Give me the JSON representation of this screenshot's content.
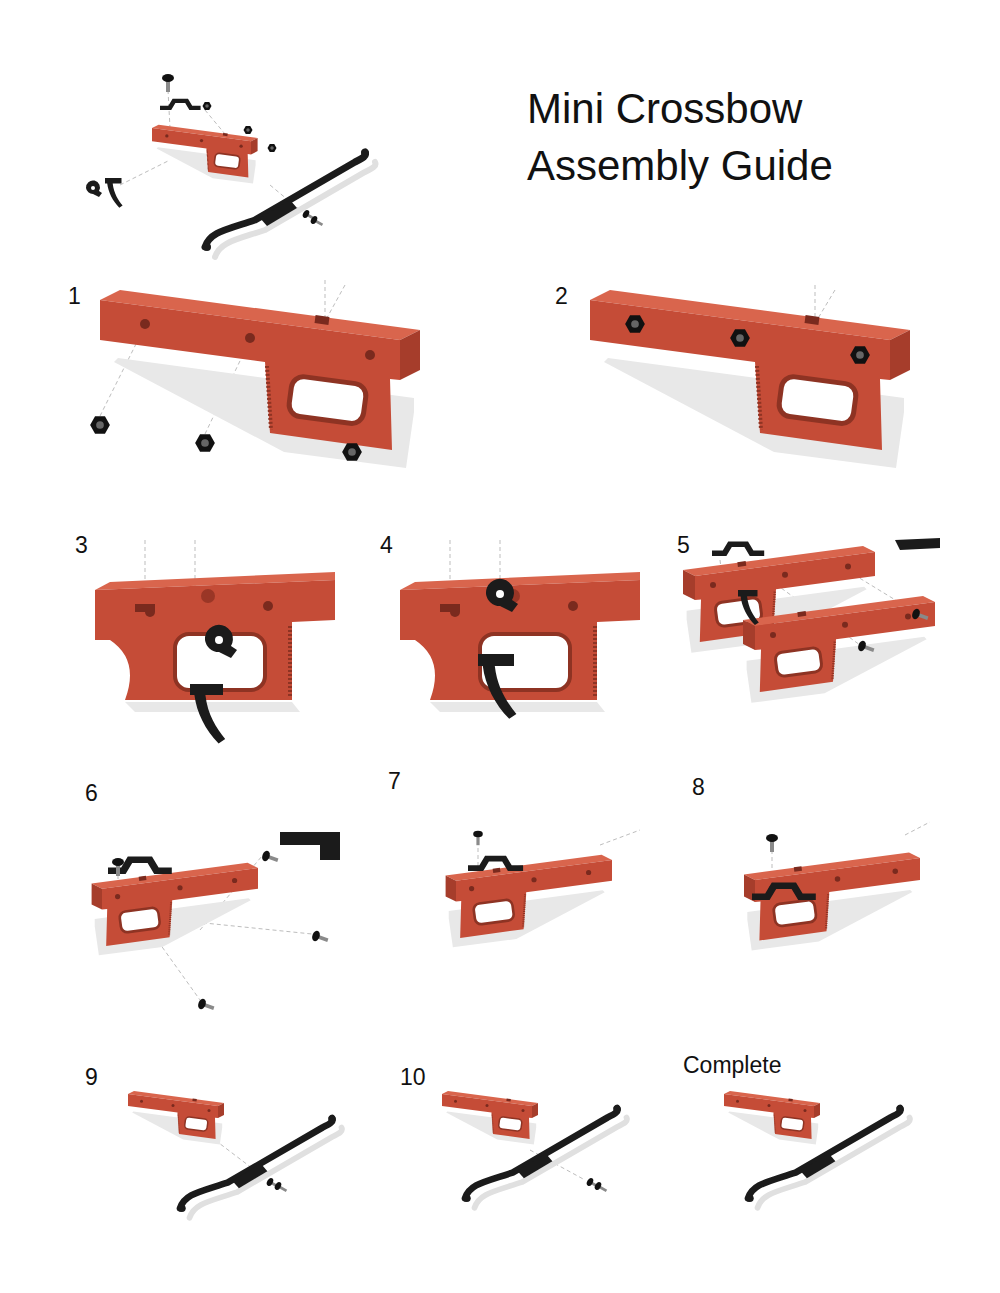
{
  "diagram": {
    "title": "Mini Crossbow Assembly Guide",
    "labels": [
      "1",
      "2",
      "3",
      "4",
      "5",
      "6",
      "7",
      "8",
      "9",
      "10",
      "Complete"
    ]
  }
}
